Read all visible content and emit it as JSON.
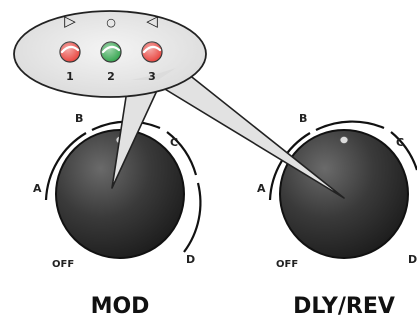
{
  "callout": {
    "symbols": [
      "▷",
      "○",
      "◁"
    ],
    "led_numbers": [
      "1",
      "2",
      "3"
    ],
    "led_colors": [
      "#e8403a",
      "#2fa34a",
      "#e8403a"
    ]
  },
  "knobs": [
    {
      "name": "MOD",
      "positions": {
        "off": "OFF",
        "a": "A",
        "b": "B",
        "c": "C",
        "d": "D"
      }
    },
    {
      "name": "DLY/REV",
      "positions": {
        "off": "OFF",
        "a": "A",
        "b": "B",
        "c": "C",
        "d": "D"
      }
    }
  ]
}
